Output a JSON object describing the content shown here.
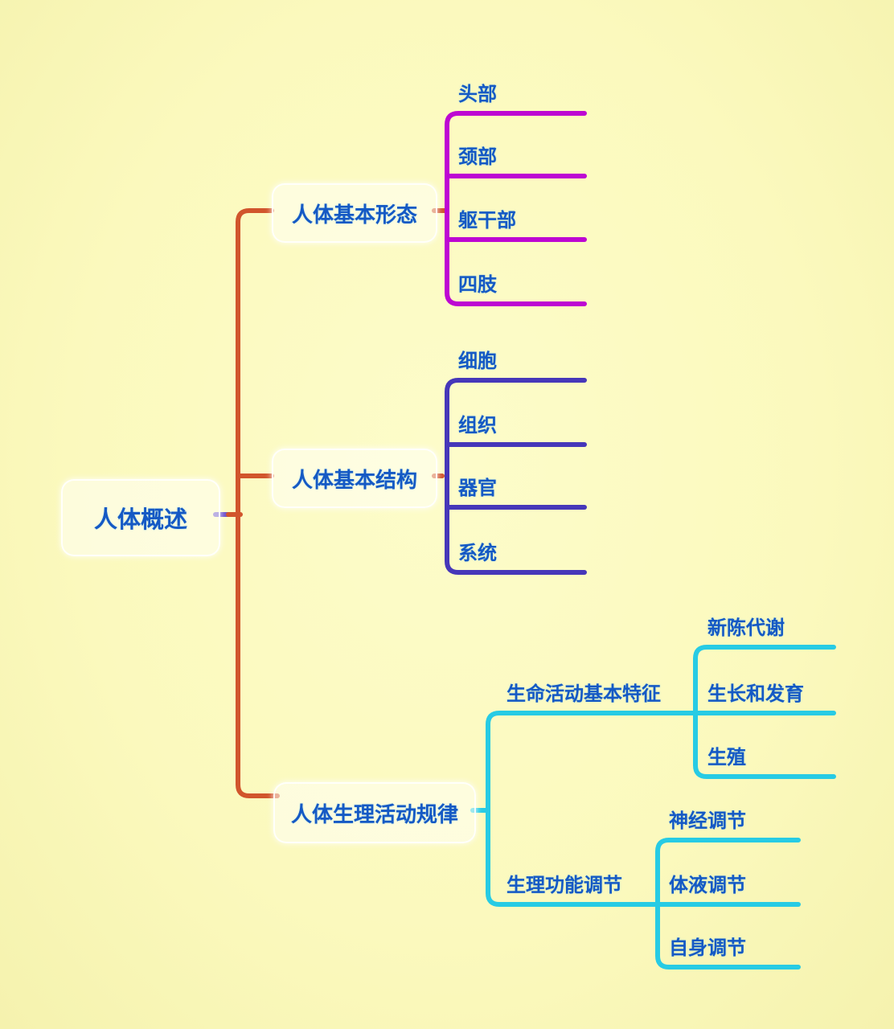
{
  "root": {
    "label": "人体概述"
  },
  "branches": [
    {
      "label": "人体基本形态",
      "children": [
        {
          "label": "头部"
        },
        {
          "label": "颈部"
        },
        {
          "label": "躯干部"
        },
        {
          "label": "四肢"
        }
      ]
    },
    {
      "label": "人体基本结构",
      "children": [
        {
          "label": "细胞"
        },
        {
          "label": "组织"
        },
        {
          "label": "器官"
        },
        {
          "label": "系统"
        }
      ]
    },
    {
      "label": "人体生理活动规律",
      "children": [
        {
          "label": "生命活动基本特征",
          "children": [
            {
              "label": "新陈代谢"
            },
            {
              "label": "生长和发育"
            },
            {
              "label": "生殖"
            }
          ]
        },
        {
          "label": "生理功能调节",
          "children": [
            {
              "label": "神经调节"
            },
            {
              "label": "体液调节"
            },
            {
              "label": "自身调节"
            }
          ]
        }
      ]
    }
  ],
  "colors": {
    "background": "#fbf9bd",
    "trunk": "#d1552c",
    "root_link": "#6c52cc",
    "branch_form": "#bd06d2",
    "branch_structure": "#4637b9",
    "branch_physiology": "#27cbe4",
    "text": "#1559c4"
  }
}
